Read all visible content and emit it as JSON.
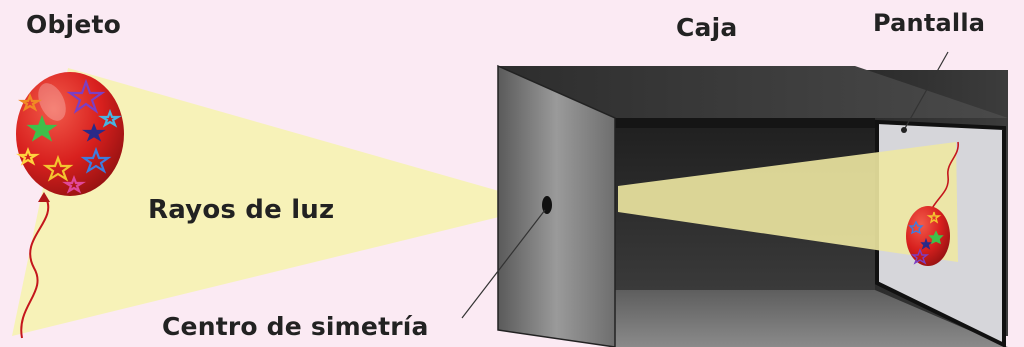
{
  "labels": {
    "object": "Objeto",
    "box": "Caja",
    "screen": "Pantalla",
    "rays": "Rayos de luz",
    "center": "Centro de simetría"
  },
  "colors": {
    "background": "#fbeaf3",
    "light_rays": "#f7f2b8",
    "box_dark": "#3a3a3a",
    "box_front": "#7a7a7a",
    "screen": "#d4d4d8",
    "balloon": "#d8201e"
  },
  "icons": {
    "object": "balloon-icon",
    "projected_image": "inverted-balloon-icon"
  }
}
